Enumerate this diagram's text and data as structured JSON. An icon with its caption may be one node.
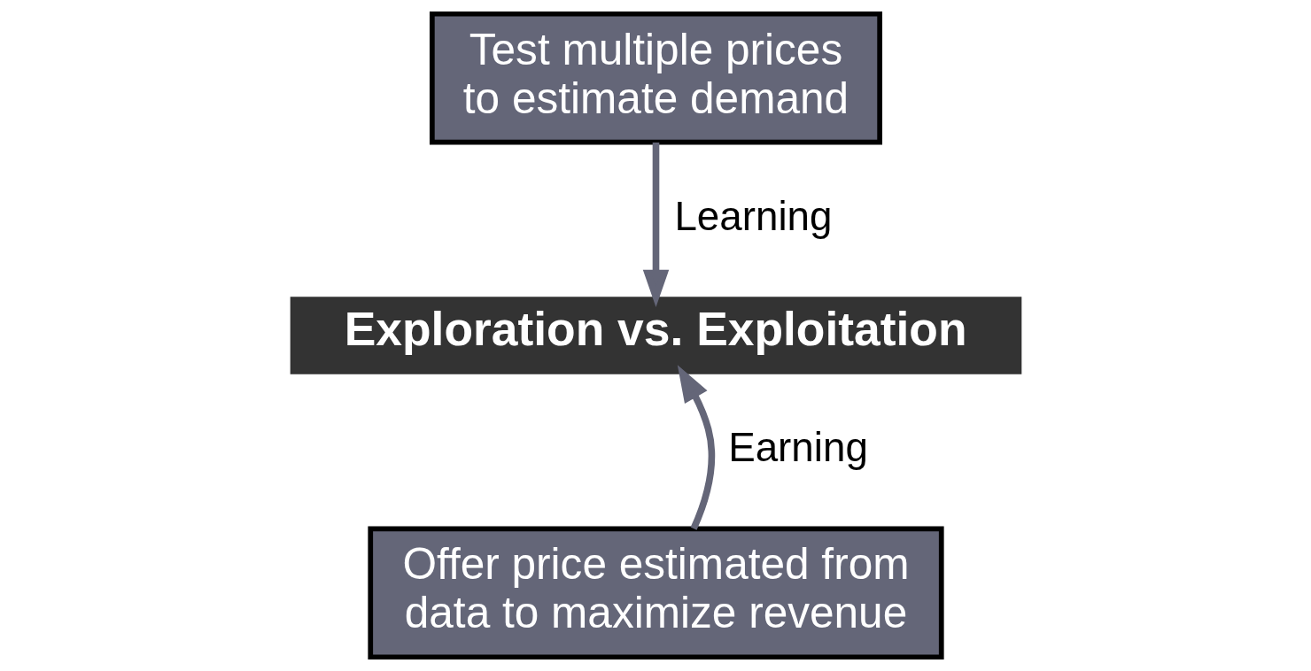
{
  "diagram": {
    "nodes": [
      {
        "text": [
          "Test multiple prices to estimate demand"
        ]
      },
      {
        "text": [
          "Exploration vs. Exploitation"
        ]
      },
      {
        "text": [
          "Offer price estimated from data to maximize revenue"
        ]
      }
    ],
    "edges": [
      {
        "from": 0,
        "to": 1,
        "arrow": "to",
        "label": "Learning"
      },
      {
        "from": 2,
        "to": 1,
        "arrow": "to",
        "label": "Earning"
      }
    ]
  }
}
